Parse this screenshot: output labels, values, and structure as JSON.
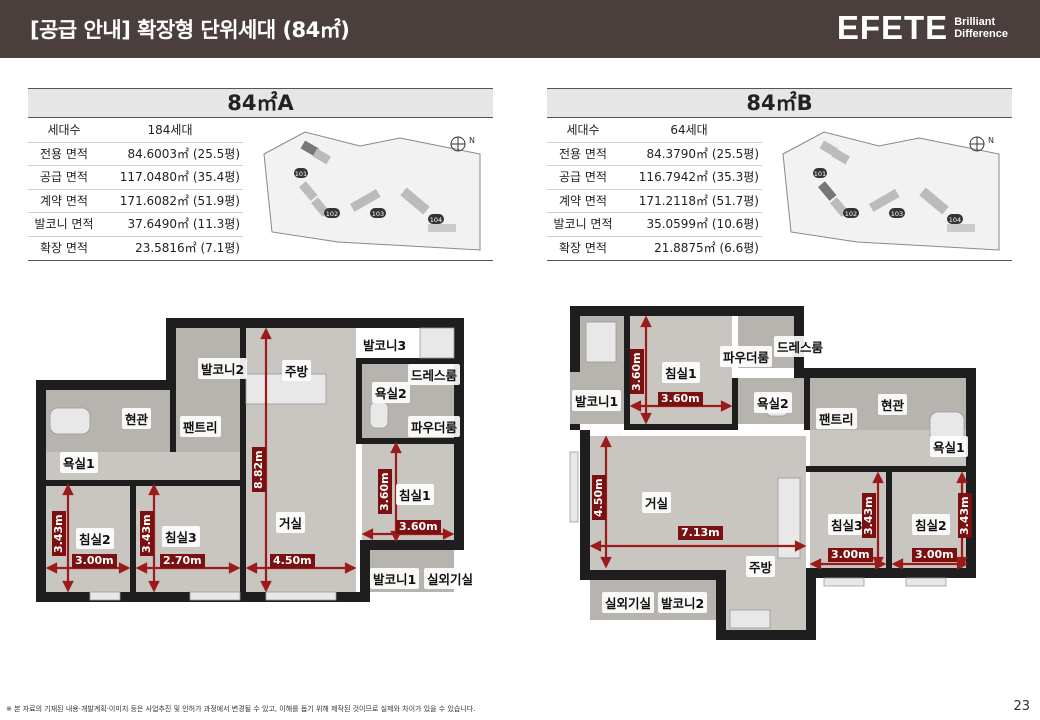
{
  "header": {
    "title": "[공급 안내] 확장형 단위세대 (84㎡)",
    "brand_logo": "EFETE",
    "brand_tag_line1": "Brilliant",
    "brand_tag_line2": "Difference"
  },
  "units": [
    {
      "title": "84㎡A",
      "specs": [
        {
          "label": "세대수",
          "value": "184세대"
        },
        {
          "label": "전용 면적",
          "value": "84.6003㎡ (25.5평)"
        },
        {
          "label": "공급 면적",
          "value": "117.0480㎡ (35.4평)"
        },
        {
          "label": "계약 면적",
          "value": "171.6082㎡ (51.9평)"
        },
        {
          "label": "발코니 면적",
          "value": "37.6490㎡ (11.3평)"
        },
        {
          "label": "확장 면적",
          "value": "23.5816㎡  (7.1평)"
        }
      ],
      "siteplan": {
        "blocks": [
          "101",
          "102",
          "103",
          "104"
        ],
        "highlight": "101"
      },
      "rooms": {
        "balcony2": "발코니2",
        "kitchen": "주방",
        "balcony3": "발코니3",
        "dressroom": "드레스룸",
        "bath2": "욕실2",
        "entrance": "현관",
        "pantry": "팬트리",
        "powder": "파우더룸",
        "bath1": "욕실1",
        "bedroom1": "침실1",
        "living": "거실",
        "bedroom2": "침실2",
        "bedroom3": "침실3",
        "balcony1": "발코니1",
        "outdoor": "실외기실"
      },
      "dims": {
        "living_h": "8.82m",
        "bed1_h": "3.60m",
        "bed1_w": "3.60m",
        "bed2_h": "3.43m",
        "bed2_w": "3.00m",
        "bed3_h": "3.43m",
        "bed3_w": "2.70m",
        "living_w": "4.50m"
      }
    },
    {
      "title": "84㎡B",
      "specs": [
        {
          "label": "세대수",
          "value": "64세대"
        },
        {
          "label": "전용 면적",
          "value": "84.3790㎡ (25.5평)"
        },
        {
          "label": "공급 면적",
          "value": "116.7942㎡ (35.3평)"
        },
        {
          "label": "계약 면적",
          "value": "171.2118㎡ (51.7평)"
        },
        {
          "label": "발코니 면적",
          "value": "35.0599㎡ (10.6평)"
        },
        {
          "label": "확장 면적",
          "value": "21.8875㎡  (6.6평)"
        }
      ],
      "siteplan": {
        "blocks": [
          "101",
          "102",
          "103",
          "104"
        ],
        "highlight": "102"
      },
      "rooms": {
        "dressroom": "드레스룸",
        "powder": "파우더룸",
        "bedroom1": "침실1",
        "balcony1": "발코니1",
        "bath2": "욕실2",
        "pantry": "팬트리",
        "entrance": "현관",
        "bath1": "욕실1",
        "living": "거실",
        "bedroom3": "침실3",
        "bedroom2": "침실2",
        "kitchen": "주방",
        "outdoor": "실외기실",
        "balcony2": "발코니2"
      },
      "dims": {
        "bed1_h": "3.60m",
        "bed1_w": "3.60m",
        "living_h": "4.50m",
        "living_w": "7.13m",
        "bed3_h": "3.43m",
        "bed3_w": "3.00m",
        "bed2_h": "3.43m",
        "bed2_w": "3.00m"
      }
    }
  ],
  "footer": {
    "note": "※ 본 자료의 기재된 내용·개발계획·이미지 등은 사업추진 및 인허가 과정에서 변경될 수 있고, 이해를 돕기 위해 제작된 것이므로 실제와 차이가 있을 수 있습니다.",
    "page_number": "23"
  },
  "colors": {
    "header_bg": "#4a3f3c",
    "wall": "#1e1e1e",
    "floor": "#c9c6c2",
    "dimension": "#9b1b1b"
  },
  "icons": {
    "compass": "north-compass-icon"
  }
}
